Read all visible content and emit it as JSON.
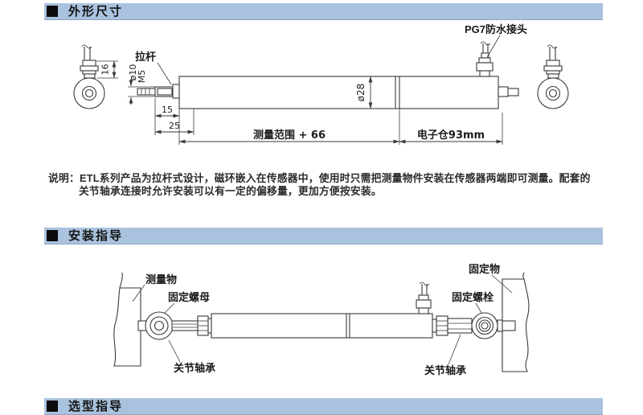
{
  "sections": {
    "dimensions": {
      "title": "外形尺寸"
    },
    "installation": {
      "title": "安装指导"
    },
    "selection": {
      "title": "选型指导"
    }
  },
  "description": {
    "line1": "说明：ETL系列产品为拉杆式设计，磁环嵌入在传感器中，使用时只需把测量物件安装在传感器两端即可测量。配套的",
    "line2": "关节轴承连接时允许安装可以有一定的偏移量，更加方便按安装。"
  },
  "dimension_drawing": {
    "pg7_connector": "PG7防水接头",
    "pull_rod": "拉杆",
    "rod_diameter": "ø10",
    "thread_spec": "M5",
    "connector_width": "16",
    "rod_exposed_length": "15",
    "rod_total_length": "25",
    "body_diameter": "ø28",
    "measuring_range": "测量范围 + 66",
    "electronics_compartment": "电子仓93mm"
  },
  "installation_drawing": {
    "measured_object": "测量物",
    "fixing_nut": "固定螺母",
    "joint_bearing_left": "关节轴承",
    "fixed_object": "固定物",
    "fixing_bolt": "固定螺栓",
    "joint_bearing_right": "关节轴承"
  },
  "colors": {
    "section_header_bg": "#a9c2de",
    "section_header_border": "#8ba6c4",
    "drawing_line": "#3a3a3a",
    "text": "#1a1a1a"
  }
}
